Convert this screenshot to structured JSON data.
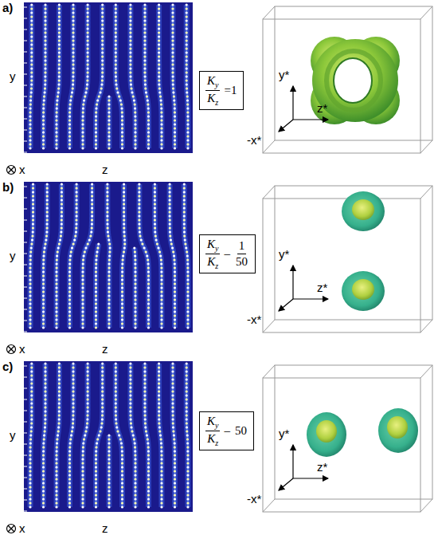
{
  "diagram": {
    "nodes": [
      {
        "text": [
          "Ky",
          "Kz",
          "=1"
        ]
      },
      {
        "text": [
          "Ky",
          "Kz",
          "–",
          "1",
          "50"
        ]
      },
      {
        "text": [
          "Ky",
          "Kz",
          "–",
          "50"
        ]
      }
    ],
    "labels": [
      "a)",
      "y",
      "x",
      "z",
      "y*",
      "z*",
      "-x*",
      "b)",
      "y",
      "x",
      "z",
      "y*",
      "z*",
      "-x*",
      "c)",
      "y",
      "x",
      "z",
      "y*",
      "z*",
      "-x*"
    ]
  }
}
